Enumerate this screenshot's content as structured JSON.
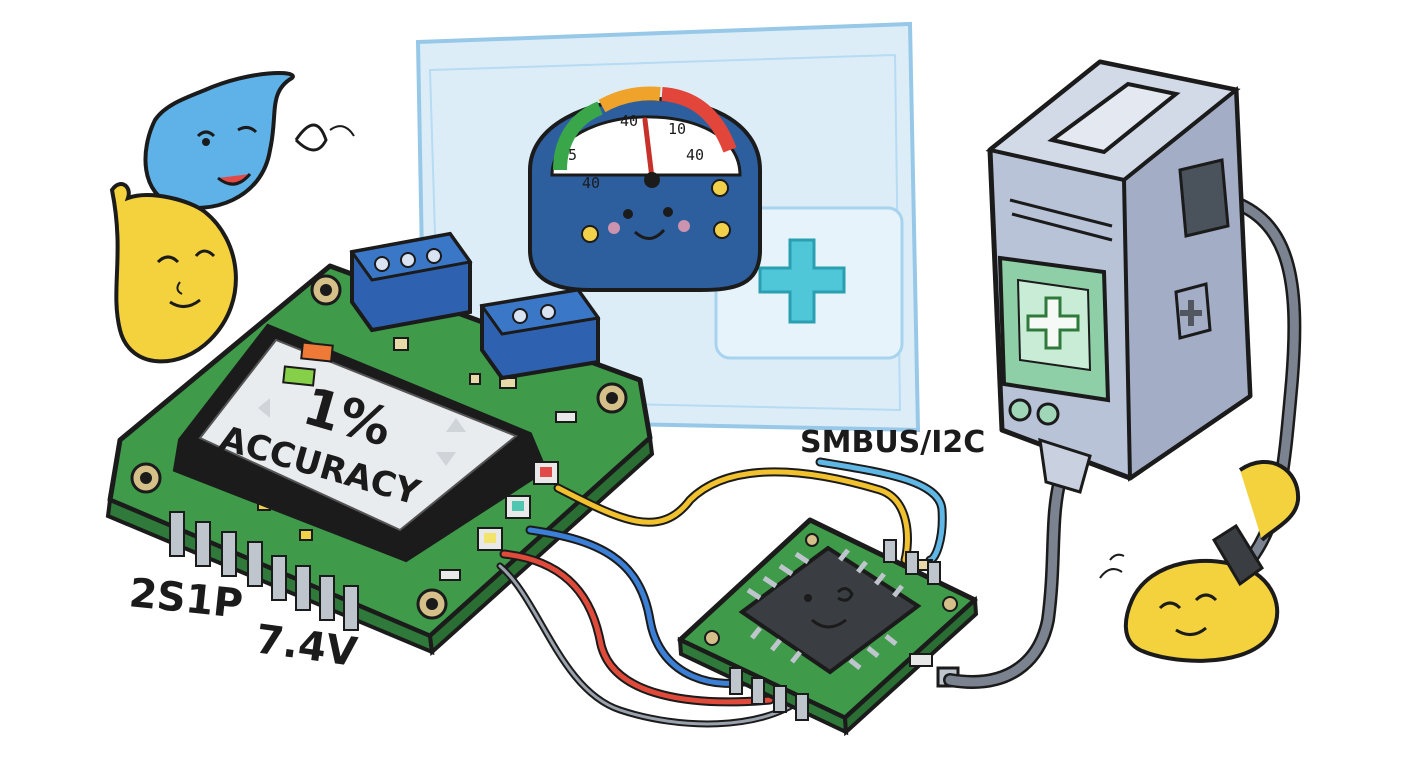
{
  "display": {
    "line1": "1%",
    "line2": "ACCURACY"
  },
  "labels": {
    "bus": "SMBUS/I2C",
    "config": "2S1P",
    "voltage": "7.4V"
  },
  "gauge": {
    "ticks": [
      "5",
      "40",
      "40",
      "10",
      "40"
    ]
  },
  "colors": {
    "pcb": "#3f9a4a",
    "pcb_dark": "#2f7a3a",
    "terminal": "#2e62b0",
    "screen": "#e9ecef",
    "wire_yellow": "#f2c12e",
    "wire_blue": "#3b7fd6",
    "wire_red": "#e04a3a",
    "wire_cyan": "#5fb7e6",
    "panel": "#cfe7f7",
    "cross": "#4fc7d8",
    "charger": "#b9c3d8",
    "blob_blue": "#5fb2e8",
    "blob_yellow": "#f3d23e"
  }
}
